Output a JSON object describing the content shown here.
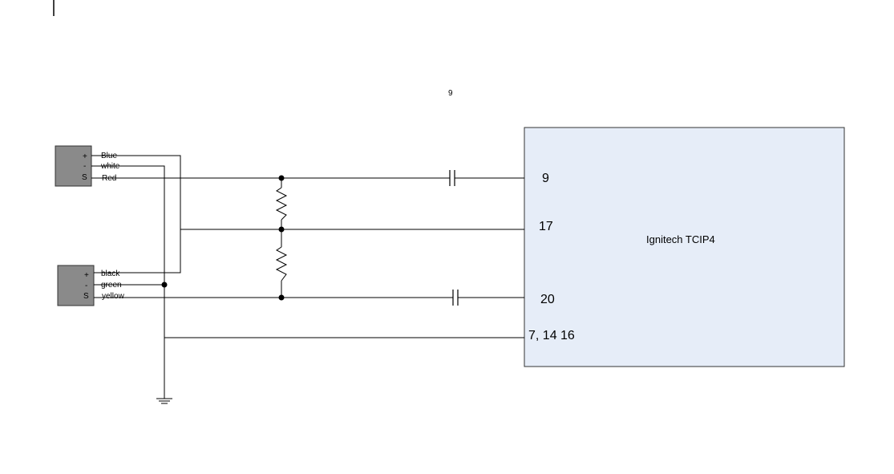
{
  "page_number": "9",
  "module": {
    "label": "Ignitech TCIP4",
    "fill": "#e6edf8",
    "pins": {
      "p9": "9",
      "p17": "17",
      "p20": "20",
      "p7_14_16": "7, 14 16"
    }
  },
  "sensor_top": {
    "plus": "+",
    "minus": "-",
    "signal": "S",
    "wire_plus": "Blue",
    "wire_minus": "white",
    "wire_signal": "Red",
    "fill": "#8a8a8a"
  },
  "sensor_bottom": {
    "plus": "+",
    "minus": "-",
    "signal": "S",
    "wire_plus": "black",
    "wire_minus": "green",
    "wire_signal": "yellow",
    "fill": "#8a8a8a"
  }
}
